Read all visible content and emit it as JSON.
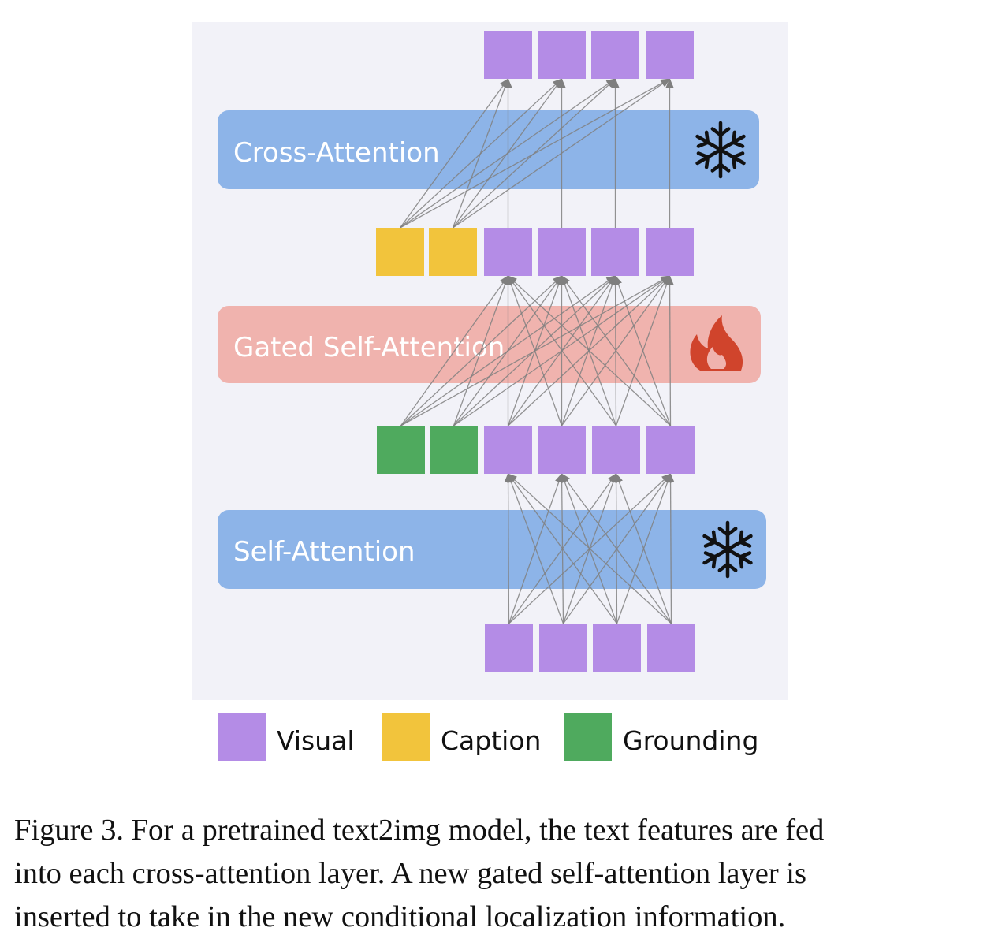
{
  "diagram": {
    "layers": {
      "cross_attention": "Cross-Attention",
      "gated_self_attention": "Gated Self-Attention",
      "self_attention": "Self-Attention"
    },
    "icons": {
      "cross_attention": "snowflake-icon",
      "gated_self_attention": "fire-icon",
      "self_attention": "snowflake-icon"
    },
    "colors": {
      "panel": "#f2f2f8",
      "frozen_layer": "#8db4e8",
      "trainable_layer": "#f0b3ae",
      "visual": "#b48ce6",
      "caption": "#f2c43c",
      "grounding": "#4faa5e",
      "arrow": "#808080",
      "snowflake": "#111111",
      "fire": "#d0442c"
    }
  },
  "legend": {
    "visual": "Visual",
    "caption": "Caption",
    "grounding": "Grounding"
  },
  "figure_caption": {
    "line1": "Figure 3. For a pretrained text2img model, the text features are fed",
    "line2": "into each cross-attention layer. A new gated self-attention layer is",
    "line3": "inserted to take in the new conditional localization information."
  }
}
